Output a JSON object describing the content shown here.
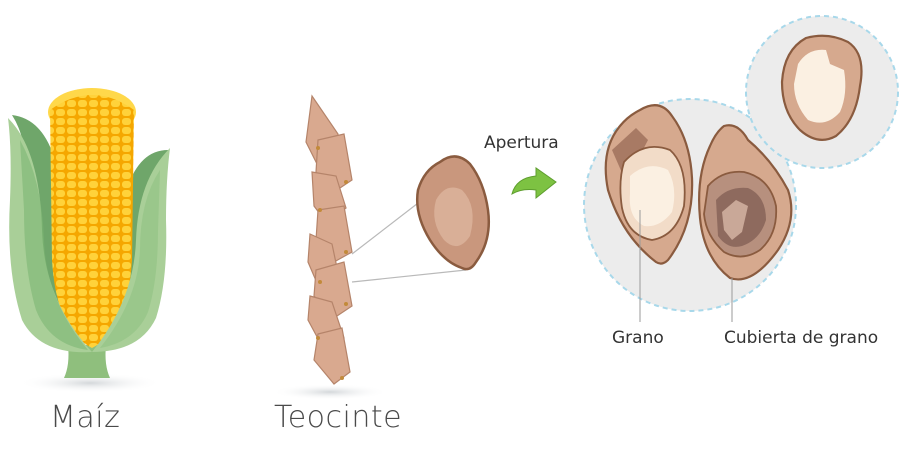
{
  "labels": {
    "maize": "Maíz",
    "teosinte": "Teocinte",
    "opening": "Apertura",
    "grain": "Grano",
    "grain_cover": "Cubierta de grano"
  },
  "colors": {
    "husk_dark": "#6fa66a",
    "husk_light": "#a9cf98",
    "kernel": "#f7b80b",
    "kernel_light": "#ffd84a",
    "segment": "#d9a98f",
    "segment_dark": "#a87558",
    "arrow": "#7dc242",
    "circle_bg": "#ececec",
    "circle_border": "#a8d8ea"
  }
}
